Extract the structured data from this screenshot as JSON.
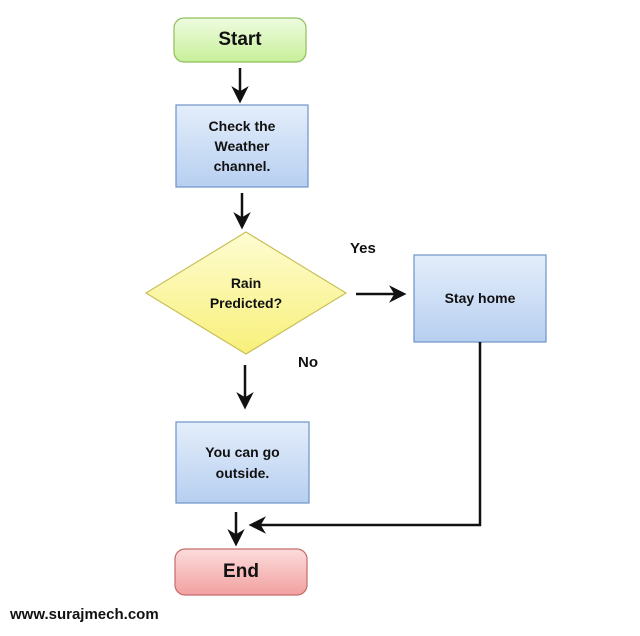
{
  "diagram": {
    "nodes": {
      "start": "Start",
      "check_weather": "Check the\nWeather\nchannel.",
      "decision": "Rain\nPredicted?",
      "stay_home": "Stay home",
      "go_outside": "You can go\noutside.",
      "end": "End"
    },
    "edge_labels": {
      "yes": "Yes",
      "no": "No"
    }
  },
  "footer": "www.surajmech.com",
  "colors": {
    "start_fill": "#d7f5b0",
    "start_stroke": "#8fbf5a",
    "process_fill": "#c6d9f4",
    "process_stroke": "#6f93c8",
    "decision_fill": "#fbf7a8",
    "decision_stroke": "#c9c05a",
    "end_fill": "#f6b8b8",
    "end_stroke": "#c56b6b",
    "arrow": "#111111"
  }
}
